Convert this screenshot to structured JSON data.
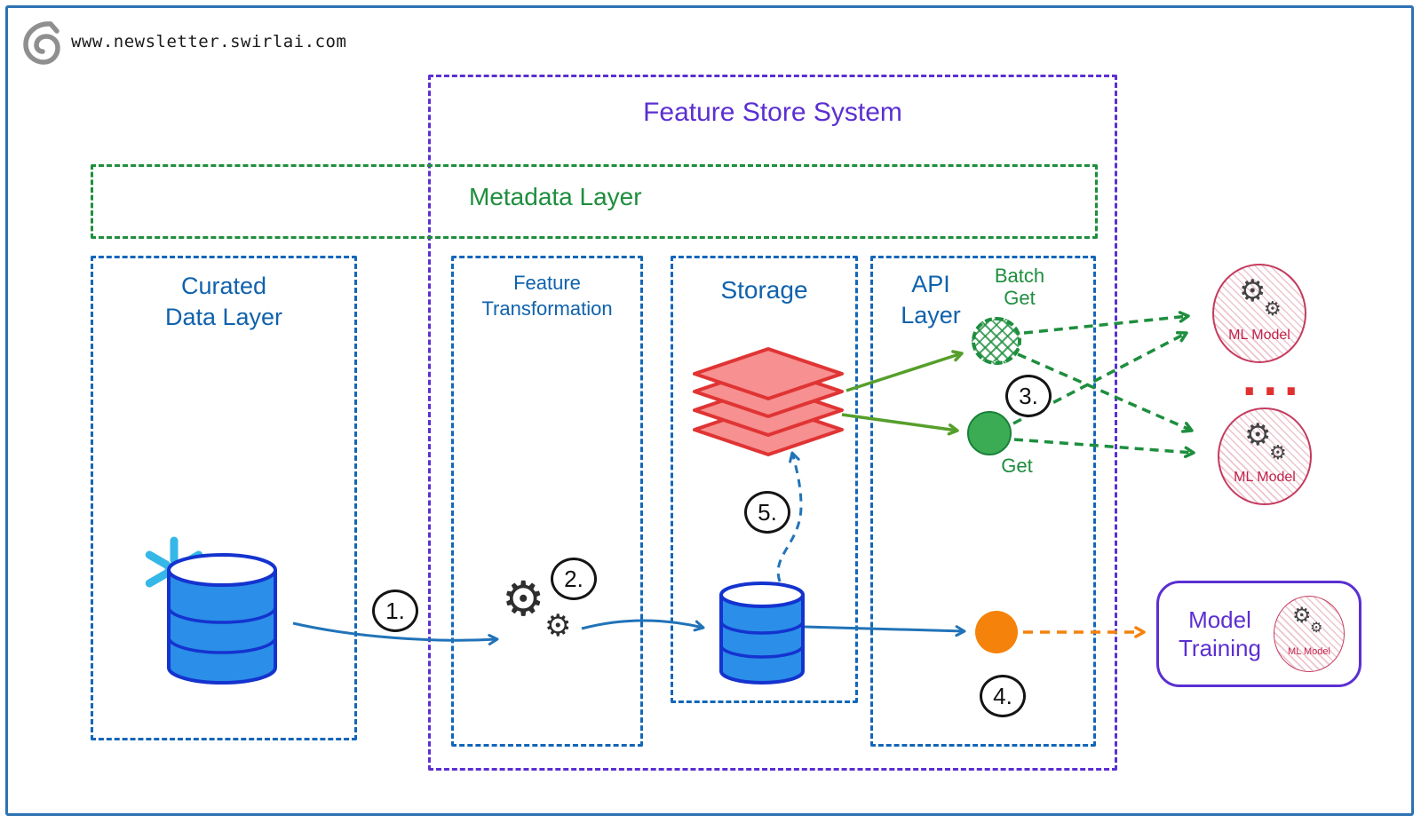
{
  "site": {
    "url": "www.newsletter.swirlai.com"
  },
  "titles": {
    "feature_store": "Feature Store System",
    "metadata": "Metadata Layer",
    "curated_l1": "Curated",
    "curated_l2": "Data Layer",
    "transform_l1": "Feature",
    "transform_l2": "Transformation",
    "storage": "Storage",
    "api_l1": "API",
    "api_l2": "Layer"
  },
  "nodes": {
    "batch_get_l1": "Batch",
    "batch_get_l2": "Get",
    "get": "Get",
    "ml_model_top": "ML Model",
    "ml_model_bottom": "ML Model",
    "ellipsis": "...",
    "training_l1": "Model",
    "training_l2": "Training",
    "training_ml": "ML Model"
  },
  "steps": {
    "s1": "1.",
    "s2": "2.",
    "s3": "3.",
    "s4": "4.",
    "s5": "5."
  },
  "icons": {
    "gear": "⚙",
    "logo": "swirl-logo",
    "snowflake": "snowflake-icon",
    "database": "database-cylinder-icon",
    "feature_layers": "stacked-layers-icon"
  },
  "colors": {
    "frame_blue": "#2D73B4",
    "purple": "#5B2FD1",
    "sea_green": "#1E8E3E",
    "apple_green": "#569F2B",
    "blue_text": "#0F62AC",
    "blue_border": "#1366B8",
    "arrow_blue": "#2173B8",
    "cylinder_fill": "#2B8EE8",
    "cylinder_stroke": "#1433CF",
    "layer_red": "#E03434",
    "layer_fill": "#F79090",
    "crimson": "#C43B5E",
    "crimson_text": "#C2244A",
    "orange": "#F5820B",
    "snowflake_blue": "#35B7E8",
    "ellipsis_red": "#E03131"
  }
}
